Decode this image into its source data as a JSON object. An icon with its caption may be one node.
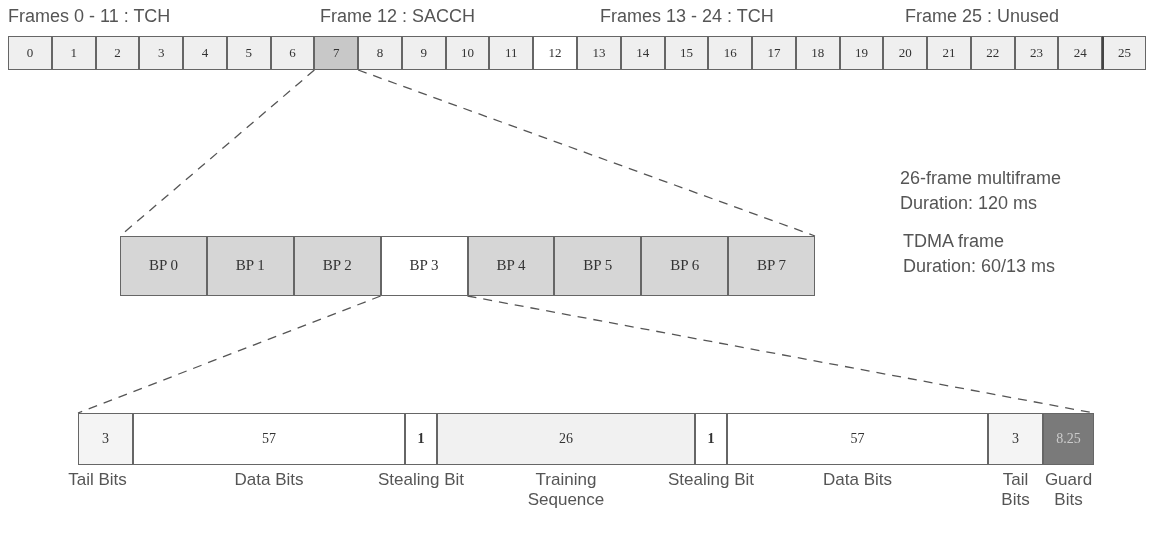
{
  "diagram": {
    "nodes": [
      {
        "text": [
          "0"
        ]
      },
      {
        "text": [
          "1"
        ]
      },
      {
        "text": [
          "2"
        ]
      },
      {
        "text": [
          "3"
        ]
      },
      {
        "text": [
          "4"
        ]
      },
      {
        "text": [
          "5"
        ]
      },
      {
        "text": [
          "6"
        ]
      },
      {
        "text": [
          "7"
        ]
      },
      {
        "text": [
          "8"
        ]
      },
      {
        "text": [
          "9"
        ]
      },
      {
        "text": [
          "10"
        ]
      },
      {
        "text": [
          "11"
        ]
      },
      {
        "text": [
          "12"
        ]
      },
      {
        "text": [
          "13"
        ]
      },
      {
        "text": [
          "14"
        ]
      },
      {
        "text": [
          "15"
        ]
      },
      {
        "text": [
          "16"
        ]
      },
      {
        "text": [
          "17"
        ]
      },
      {
        "text": [
          "18"
        ]
      },
      {
        "text": [
          "19"
        ]
      },
      {
        "text": [
          "20"
        ]
      },
      {
        "text": [
          "21"
        ]
      },
      {
        "text": [
          "22"
        ]
      },
      {
        "text": [
          "23"
        ]
      },
      {
        "text": [
          "24"
        ]
      },
      {
        "text": [
          "25"
        ]
      },
      {
        "text": [
          "BP 0"
        ]
      },
      {
        "text": [
          "BP 1"
        ]
      },
      {
        "text": [
          "BP 2"
        ]
      },
      {
        "text": [
          "BP 3"
        ]
      },
      {
        "text": [
          "BP 4"
        ]
      },
      {
        "text": [
          "BP 5"
        ]
      },
      {
        "text": [
          "BP 6"
        ]
      },
      {
        "text": [
          "BP 7"
        ]
      },
      {
        "text": [
          "3"
        ],
        "beside": [
          "Tail Bits"
        ]
      },
      {
        "text": [
          "57"
        ],
        "beside": [
          "Data Bits"
        ]
      },
      {
        "text": [
          "1"
        ],
        "beside": [
          "Stealing Bit"
        ]
      },
      {
        "text": [
          "26"
        ],
        "beside": [
          "Training Sequence"
        ]
      },
      {
        "text": [
          "1"
        ],
        "beside": [
          "Stealing Bit"
        ]
      },
      {
        "text": [
          "57"
        ],
        "beside": [
          "Data Bits"
        ]
      },
      {
        "text": [
          "3"
        ],
        "beside": [
          "Tail Bits"
        ]
      },
      {
        "text": [
          "8.25"
        ],
        "beside": [
          "Guard Bits"
        ]
      }
    ],
    "edges": [
      {
        "from": 7,
        "to": 26,
        "arrow": "none",
        "style": "dashed"
      },
      {
        "from": 7,
        "to": 33,
        "arrow": "none",
        "style": "dashed"
      },
      {
        "from": 29,
        "to": 34,
        "arrow": "none",
        "style": "dashed"
      },
      {
        "from": 29,
        "to": 41,
        "arrow": "none",
        "style": "dashed"
      }
    ],
    "labels": [
      "Frames 0 - 11 : TCH",
      "Frame 12 : SACCH",
      "Frames 13 - 24 : TCH",
      "Frame 25 : Unused",
      "26-frame multiframe",
      "Duration: 120 ms",
      "TDMA frame",
      "Duration: 60/13 ms"
    ]
  }
}
